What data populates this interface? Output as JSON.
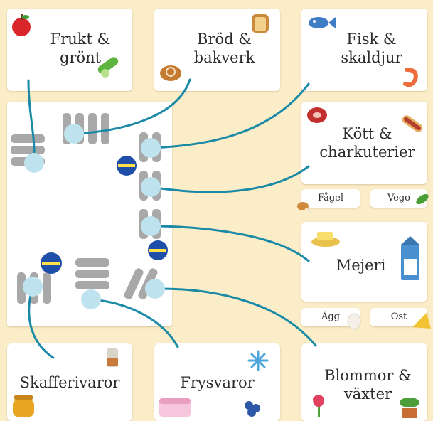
{
  "departments": {
    "frukt": "Frukt &\ngrönt",
    "brod": "Bröd &\nbakverk",
    "fisk": "Fisk &\nskaldjur",
    "kott": "Kött &\ncharkuterier",
    "mejeri": "Mejeri",
    "skafferi": "Skafferivaror",
    "frys": "Frysvaror",
    "blommor": "Blommor &\nväxter"
  },
  "sub": {
    "fagel": "Fågel",
    "vego": "Vego",
    "agg": "Ägg",
    "ost": "Ost"
  },
  "icons": [
    "apple-icon",
    "cucumber-icon",
    "bread-icon",
    "cinnamon-bun-icon",
    "fish-icon",
    "shrimp-icon",
    "steak-icon",
    "hotdog-icon",
    "drumstick-icon",
    "peas-icon",
    "butter-icon",
    "milk-carton-icon",
    "egg-icon",
    "cheese-icon",
    "jar-icon",
    "honey-icon",
    "snowflake-icon",
    "ice-cream-icon",
    "blueberries-icon",
    "tulip-icon",
    "potted-plant-icon"
  ],
  "colors": {
    "background": "#fbedc8",
    "line": "#1a8aa6",
    "marker": "#bfe3ee",
    "shelf": "#a8a8a8",
    "badge": "#1f4fa8"
  }
}
